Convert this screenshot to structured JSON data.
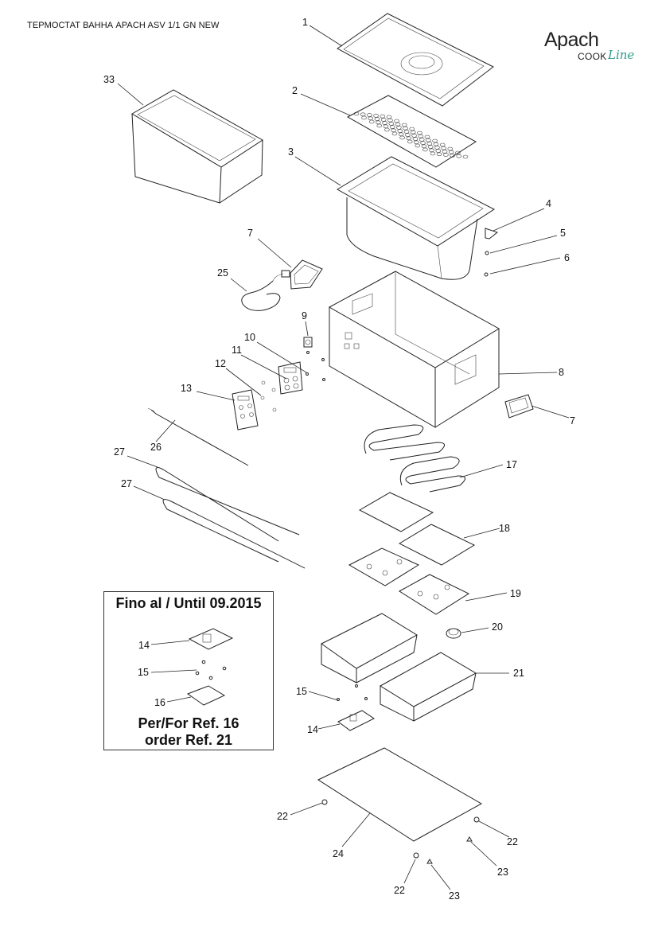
{
  "header": {
    "title": "ТЕРМОСТАТ ВАННА APACH ASV 1/1 GN NEW"
  },
  "logo": {
    "brand": "Apach",
    "cook": "COOK",
    "line": "Line"
  },
  "inset": {
    "title": "Fino al / Until 09.2015",
    "note_line1": "Per/For Ref. 16",
    "note_line2": "order Ref. 21",
    "labels": [
      "14",
      "15",
      "16"
    ]
  },
  "callouts": [
    "1",
    "2",
    "3",
    "4",
    "5",
    "6",
    "7",
    "25",
    "33",
    "9",
    "10",
    "11",
    "12",
    "13",
    "26",
    "8",
    "7",
    "27",
    "27",
    "17",
    "18",
    "19",
    "20",
    "21",
    "15",
    "14",
    "22",
    "22",
    "24",
    "22",
    "23",
    "23"
  ]
}
